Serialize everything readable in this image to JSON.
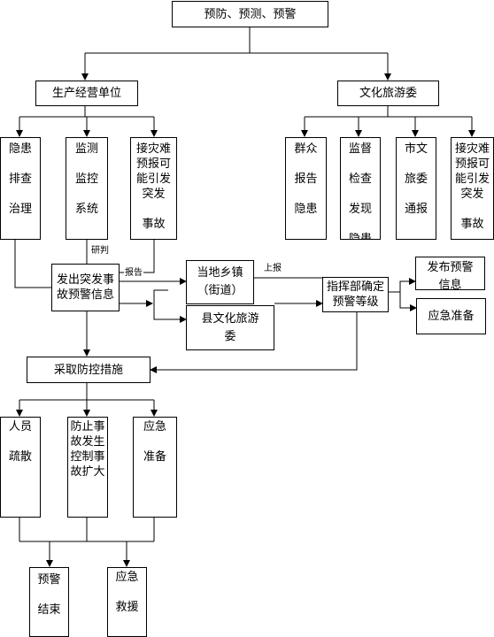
{
  "top": "预防、预测、预警",
  "left_branch": {
    "title": "生产经营单位",
    "items": [
      "隐患\n\n排查\n\n治理",
      "监测\n\n监控\n\n系统",
      "接灾难\n预报可\n能引发\n突发\n\n事故"
    ]
  },
  "right_branch": {
    "title": "文化旅游委",
    "items": [
      "群众\n\n报告\n\n隐患",
      "监督\n\n检查\n\n发现\n\n隐患",
      "市文\n\n旅委\n\n通报",
      "接灾难\n预报可\n能引发\n突发\n\n事故"
    ]
  },
  "flow": {
    "warning_info": "发出突发事\n故预警信息",
    "local_town": "当地乡镇\n（街道）",
    "county_culture": "县文化旅游\n委",
    "command_level": "指挥部确定\n预警等级",
    "publish_warning": "发布预警\n信息",
    "emergency_prep": "应急准备",
    "take_measures": "采取防控措施"
  },
  "edge_labels": {
    "analysis": "研判",
    "report": "报告",
    "report_up": "上报"
  },
  "measures": [
    "人员\n\n疏散",
    "防止事\n故发生\n控制事\n故扩大",
    "应急\n\n准备"
  ],
  "outcomes": [
    "预警\n\n结束",
    "应急\n\n救援"
  ]
}
